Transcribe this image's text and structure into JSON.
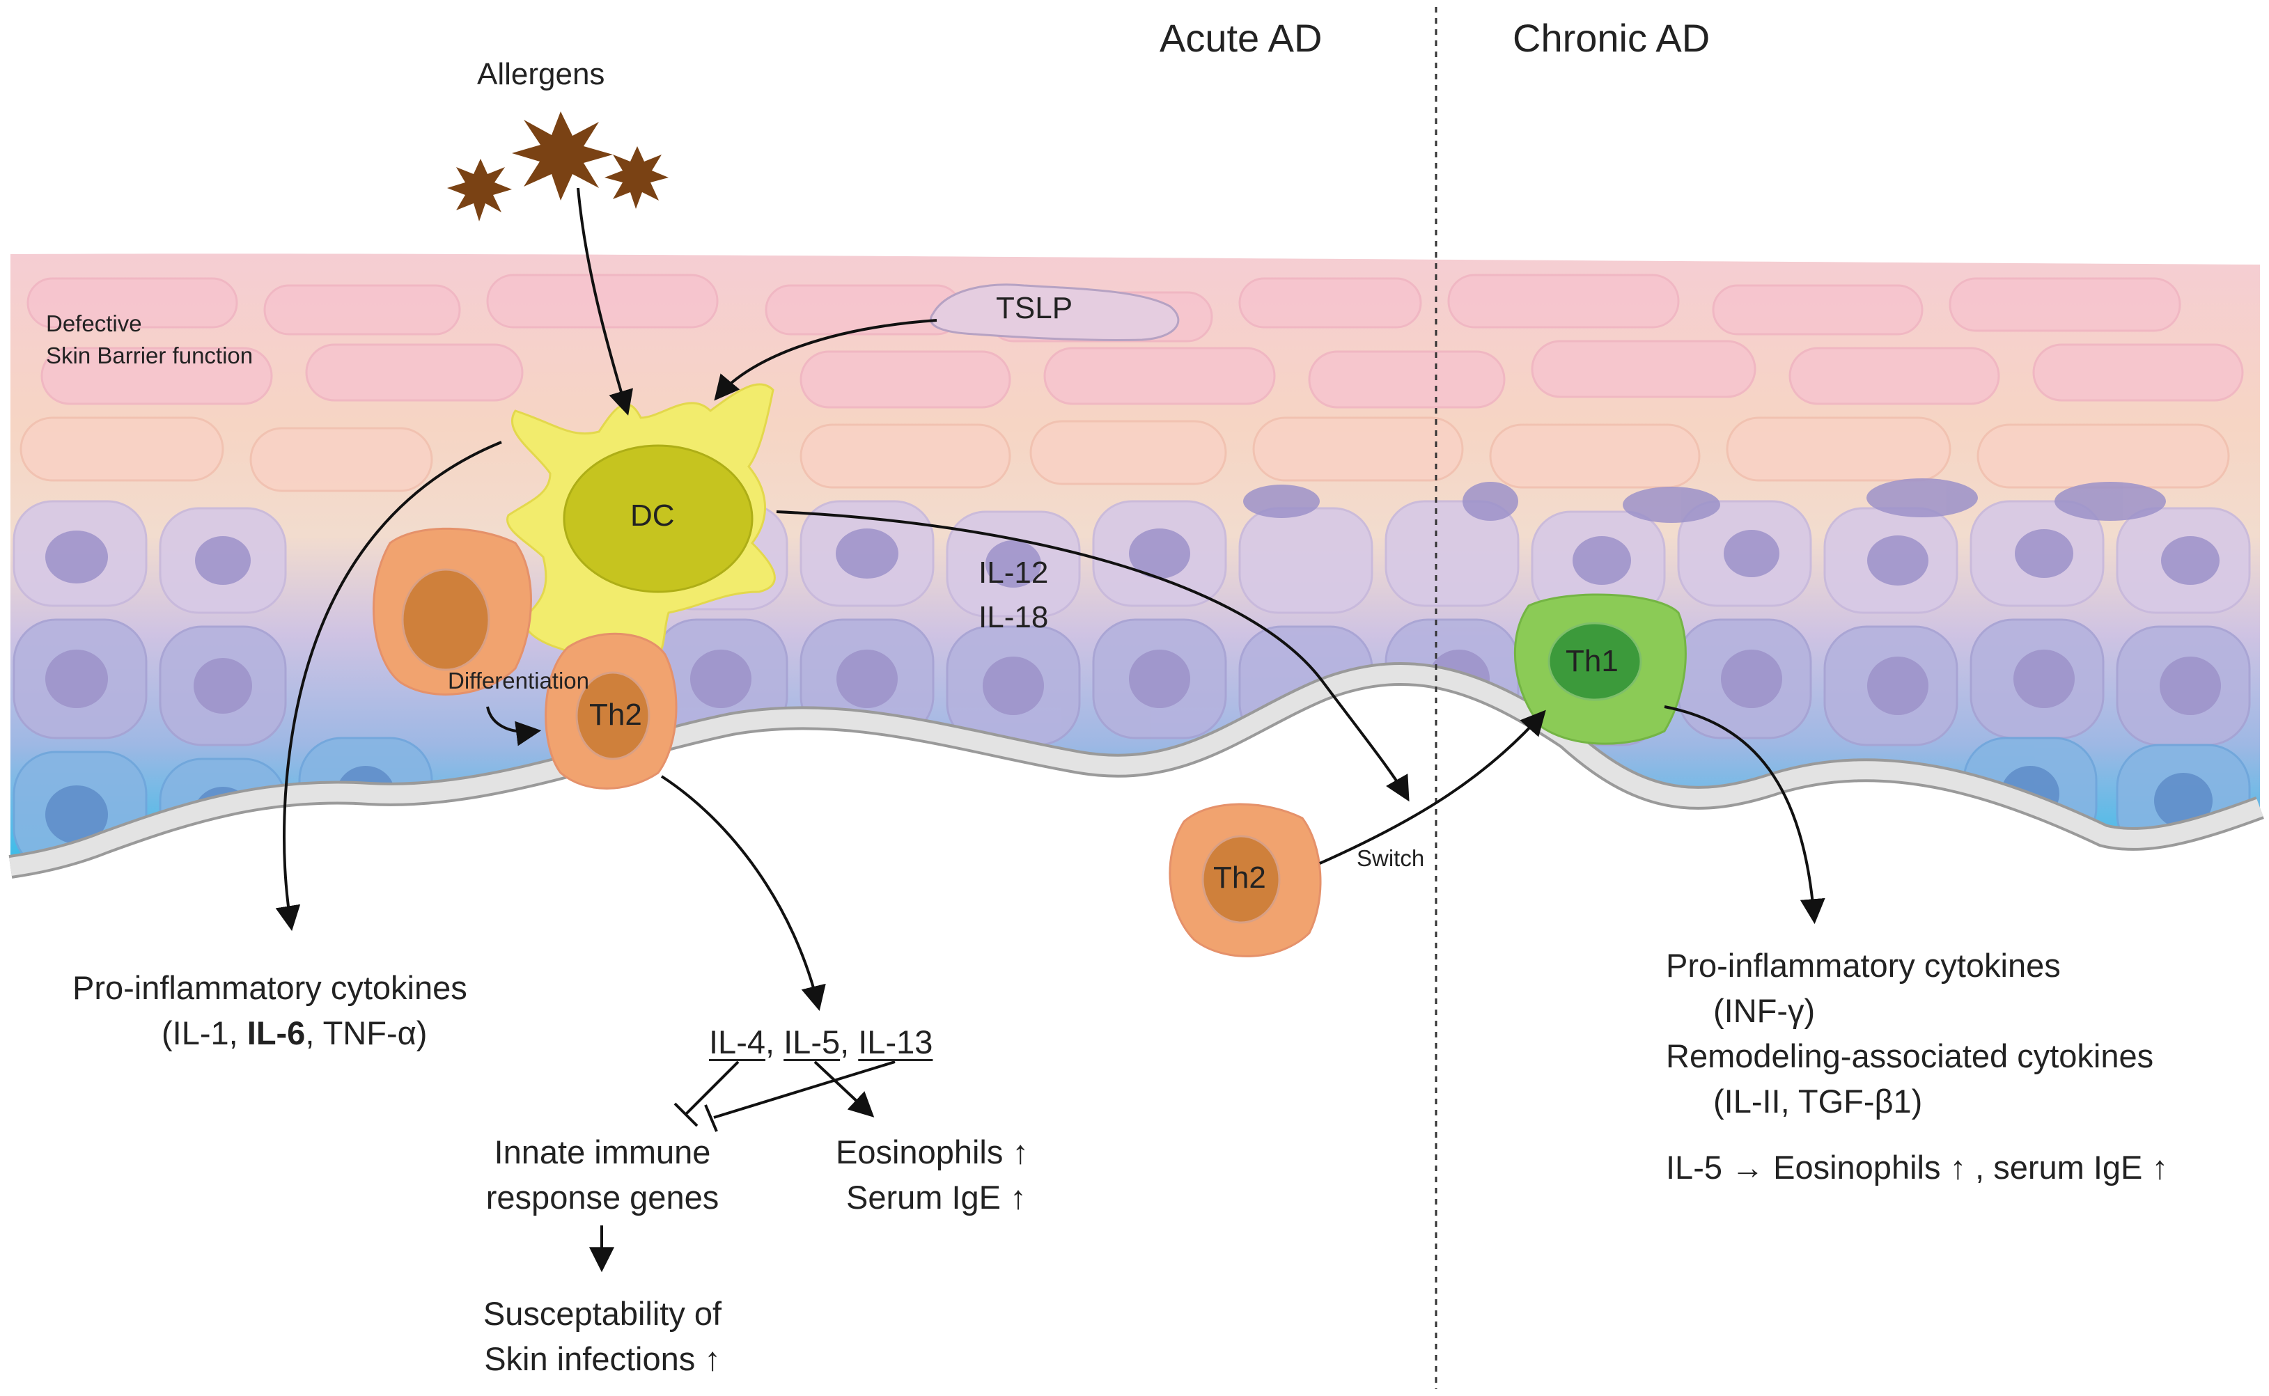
{
  "headers": {
    "acute": "Acute AD",
    "chronic": "Chronic AD"
  },
  "allergens": "Allergens",
  "barrier": {
    "line1": "Defective",
    "line2": "Skin Barrier function"
  },
  "tslp": "TSLP",
  "dc": "DC",
  "th2_upper": "Th2",
  "th2_lower": "Th2",
  "th1": "Th1",
  "differentiation": "Differentiation",
  "switch": "Switch",
  "il12": "IL-12",
  "il18": "IL-18",
  "left_output": {
    "title": "Pro-inflammatory cytokines",
    "paren_open": "(IL-1, ",
    "il6": "IL-6",
    "paren_close": ", TNF-α)"
  },
  "th2_cytokines": {
    "il4": "IL-4",
    "sep1": ", ",
    "il5": "IL-5",
    "sep2": ", ",
    "il13": "IL-13"
  },
  "innate": {
    "line1": "Innate immune",
    "line2": "response genes"
  },
  "susceptibility": {
    "line1": "Susceptability of",
    "line2": "Skin infections ↑"
  },
  "eos": {
    "line1": "Eosinophils ↑",
    "line2": "Serum IgE ↑"
  },
  "chronic_output": {
    "line1": "Pro-inflammatory cytokines",
    "line2": "(INF-γ)",
    "line3": "Remodeling-associated cytokines",
    "line4": "(IL-II, TGF-β1)",
    "line5": "IL-5 → Eosinophils ↑ , serum IgE ↑"
  },
  "colors": {
    "skin_top": "#f4c9cf",
    "skin_mid": "#f6d7c6",
    "skin_low": "#d8c8e6",
    "skin_bottom": "#3fc0ea",
    "cell_fill": "#b3a9d9",
    "nucleus": "#9d8dcb",
    "dc_outer": "#f2ec6a",
    "dc_inner": "#c9c521",
    "th2_fill": "#f3a772",
    "th2_nucleus": "#d7803a",
    "th1_fill": "#8ccd54",
    "th1_nucleus": "#3c9a3a",
    "allergen": "#7a4214",
    "membrane": "#e1e1e1"
  }
}
